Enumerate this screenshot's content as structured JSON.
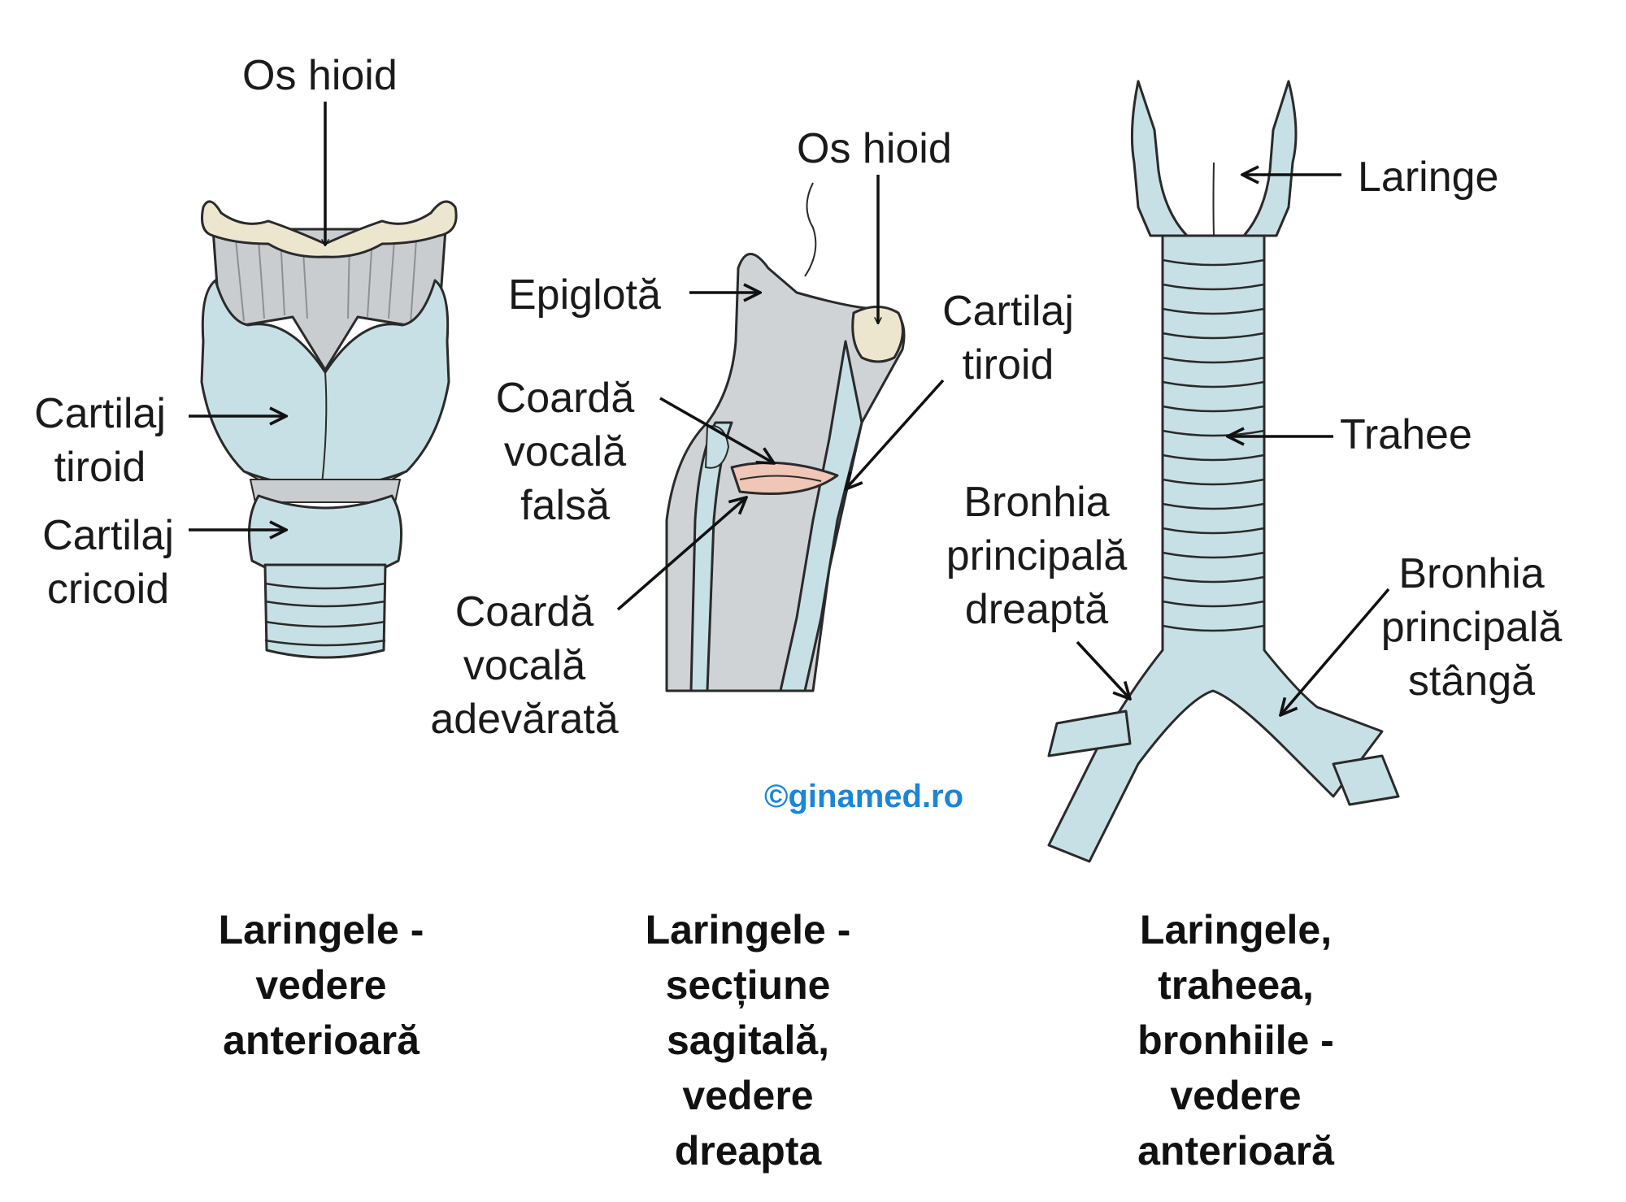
{
  "labels": {
    "os_hioid_1": "Os hioid",
    "cartilaj_tiroid_1": [
      "Cartilaj",
      "tiroid"
    ],
    "cartilaj_cricoid": [
      "Cartilaj",
      "cricoid"
    ],
    "os_hioid_2": "Os hioid",
    "epiglota": "Epiglotă",
    "cartilaj_tiroid_2": [
      "Cartilaj",
      "tiroid"
    ],
    "coarda_falsa": [
      "Coardă",
      "vocală",
      "falsă"
    ],
    "coarda_adevarata": [
      "Coardă",
      "vocală",
      "adevărată"
    ],
    "laringe": "Laringe",
    "trahee": "Trahee",
    "bronhia_dreapta": [
      "Bronhia",
      "principală",
      "dreaptă"
    ],
    "bronhia_stanga": [
      "Bronhia",
      "principală",
      "stângă"
    ]
  },
  "captions": {
    "anterior": [
      "Laringele -",
      "vedere",
      "anterioară"
    ],
    "sagittal": [
      "Laringele -",
      "secțiune",
      "sagitală,",
      "vedere",
      "dreapta"
    ],
    "tree": [
      "Laringele,",
      "traheea,",
      "bronhiile -",
      "vedere",
      "anterioară"
    ]
  },
  "watermark": "©ginamed.ro",
  "colors": {
    "cartilage": "#c7e0e5",
    "hyoid": "#ede6cf",
    "membrane": "#c9cdd0",
    "vocal_fold": "#f0c6b6",
    "lumen": "#cfd3d6",
    "outline": "#2a2a2a",
    "watermark": "#1a86d8"
  }
}
